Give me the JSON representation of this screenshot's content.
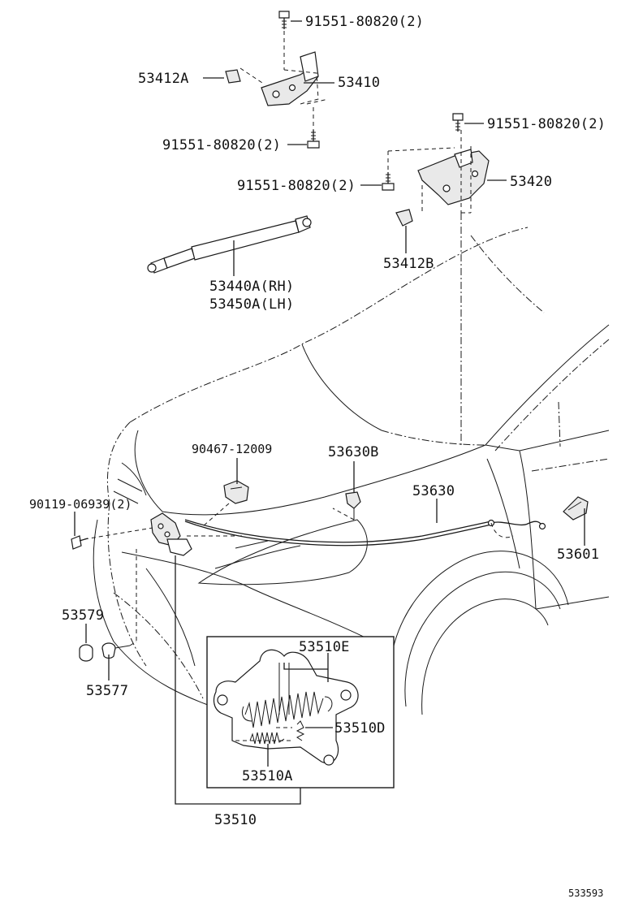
{
  "callouts": {
    "bolt_top": "91551-80820(2)",
    "part_53412a": "53412A",
    "part_53410": "53410",
    "bolt_left_hinge": "91551-80820(2)",
    "bolt_right_top": "91551-80820(2)",
    "bolt_right_hinge": "91551-80820(2)",
    "part_53420": "53420",
    "part_53412b": "53412B",
    "support_rh": "53440A(RH)",
    "support_lh": "53450A(LH)",
    "clamp": "90467-12009",
    "part_53630b": "53630B",
    "cable": "53630",
    "bolt_lock": "90119-06939(2)",
    "lever": "53601",
    "cushion_53579": "53579",
    "cushion_53577": "53577",
    "inset_53510e": "53510E",
    "inset_53510d": "53510D",
    "inset_53510a": "53510A",
    "lock_assy": "53510",
    "figure_id": "533593"
  }
}
